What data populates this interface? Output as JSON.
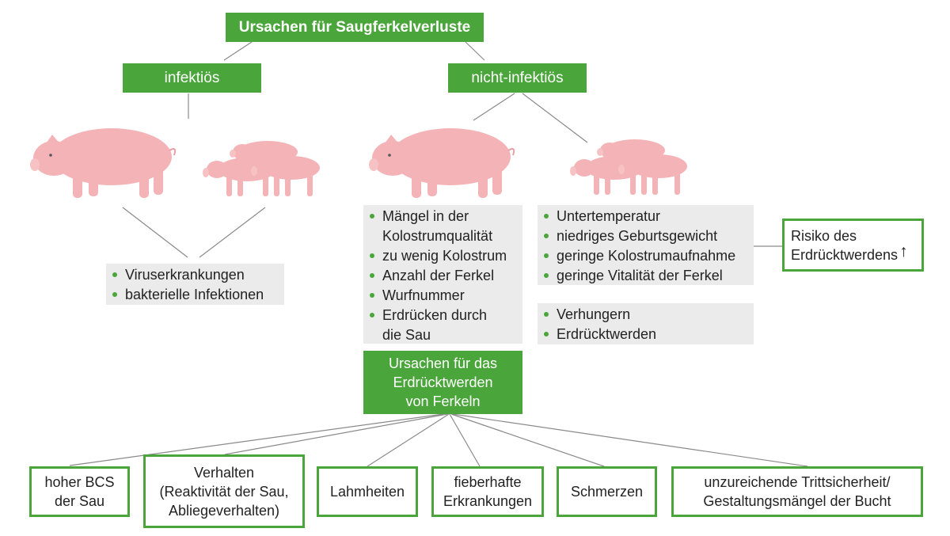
{
  "title": "Ursachen für Saugferkelverluste",
  "categories": {
    "infectious": "infektiös",
    "non_infectious": "nicht-infektiös"
  },
  "infectious_list": [
    "Viruserkrankungen",
    "bakterielle Infektionen"
  ],
  "sow_list": [
    "Mängel in der\nKolostrumqualität",
    "zu wenig Kolostrum",
    "Anzahl der Ferkel",
    "Wurfnummer",
    "Erdrücken durch\ndie Sau"
  ],
  "piglet_list": [
    "Untertemperatur",
    "niedriges Geburtsgewicht",
    "geringe Kolostrumaufnahme",
    "geringe Vitalität der Ferkel"
  ],
  "outcome_list": [
    "Verhungern",
    "Erdrücktwerden"
  ],
  "risk": {
    "text": "Risiko des\nErdrücktwerdens",
    "arrow": "↑"
  },
  "crush_causes_title": "Ursachen für das\nErdrücktwerden\nvon Ferkeln",
  "crush_causes": [
    "hoher BCS\nder Sau",
    "Verhalten\n(Reaktivität der Sau,\nAbliegeverhalten)",
    "Lahmheiten",
    "fieberhafte\nErkrankungen",
    "Schmerzen",
    "unzureichende Trittsicherheit/\nGestaltungsmängel der Bucht"
  ],
  "colors": {
    "green": "#4aa53a",
    "grey_box": "#ebebeb",
    "pig_pink": "#f4b3b6",
    "line": "#8a8a8a"
  },
  "icons": [
    "sow-icon",
    "piglets-icon"
  ]
}
